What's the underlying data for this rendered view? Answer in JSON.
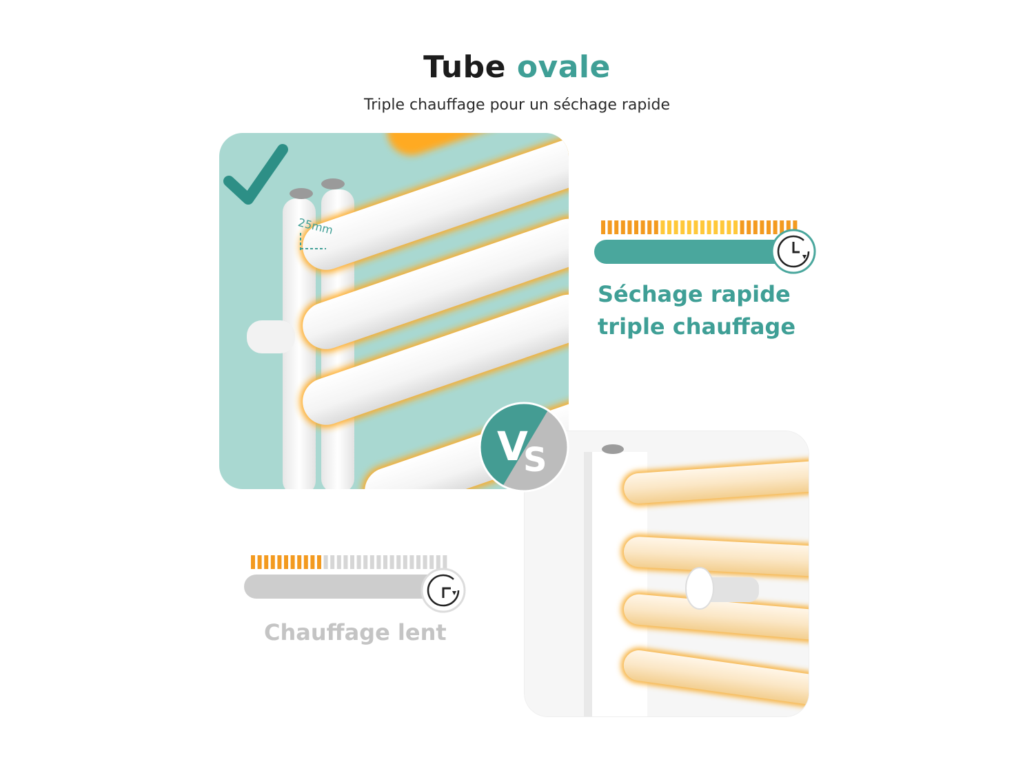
{
  "header": {
    "title_main": "Tube",
    "title_accent": "ovale",
    "subtitle": "Triple chauffage pour un séchage rapide"
  },
  "oval_panel": {
    "dimension_label": "25mm",
    "icon": "checkmark-icon"
  },
  "vs_badge": {
    "v": "V",
    "s": "S"
  },
  "fast_meter": {
    "line1": "Séchage rapide",
    "line2": "triple chauffage",
    "icon": "clock-icon",
    "level": 1.0
  },
  "slow_meter": {
    "label": "Chauffage lent",
    "icon": "clock-icon",
    "level": 0.35
  },
  "colors": {
    "accent": "#3f9f96",
    "panel_bg": "#a8d8d1",
    "glow_orange": "#ffb030",
    "slow_gray": "#cdcdcd",
    "tick_orange": "#f39a1f",
    "tick_yellow": "#ffc83a"
  }
}
